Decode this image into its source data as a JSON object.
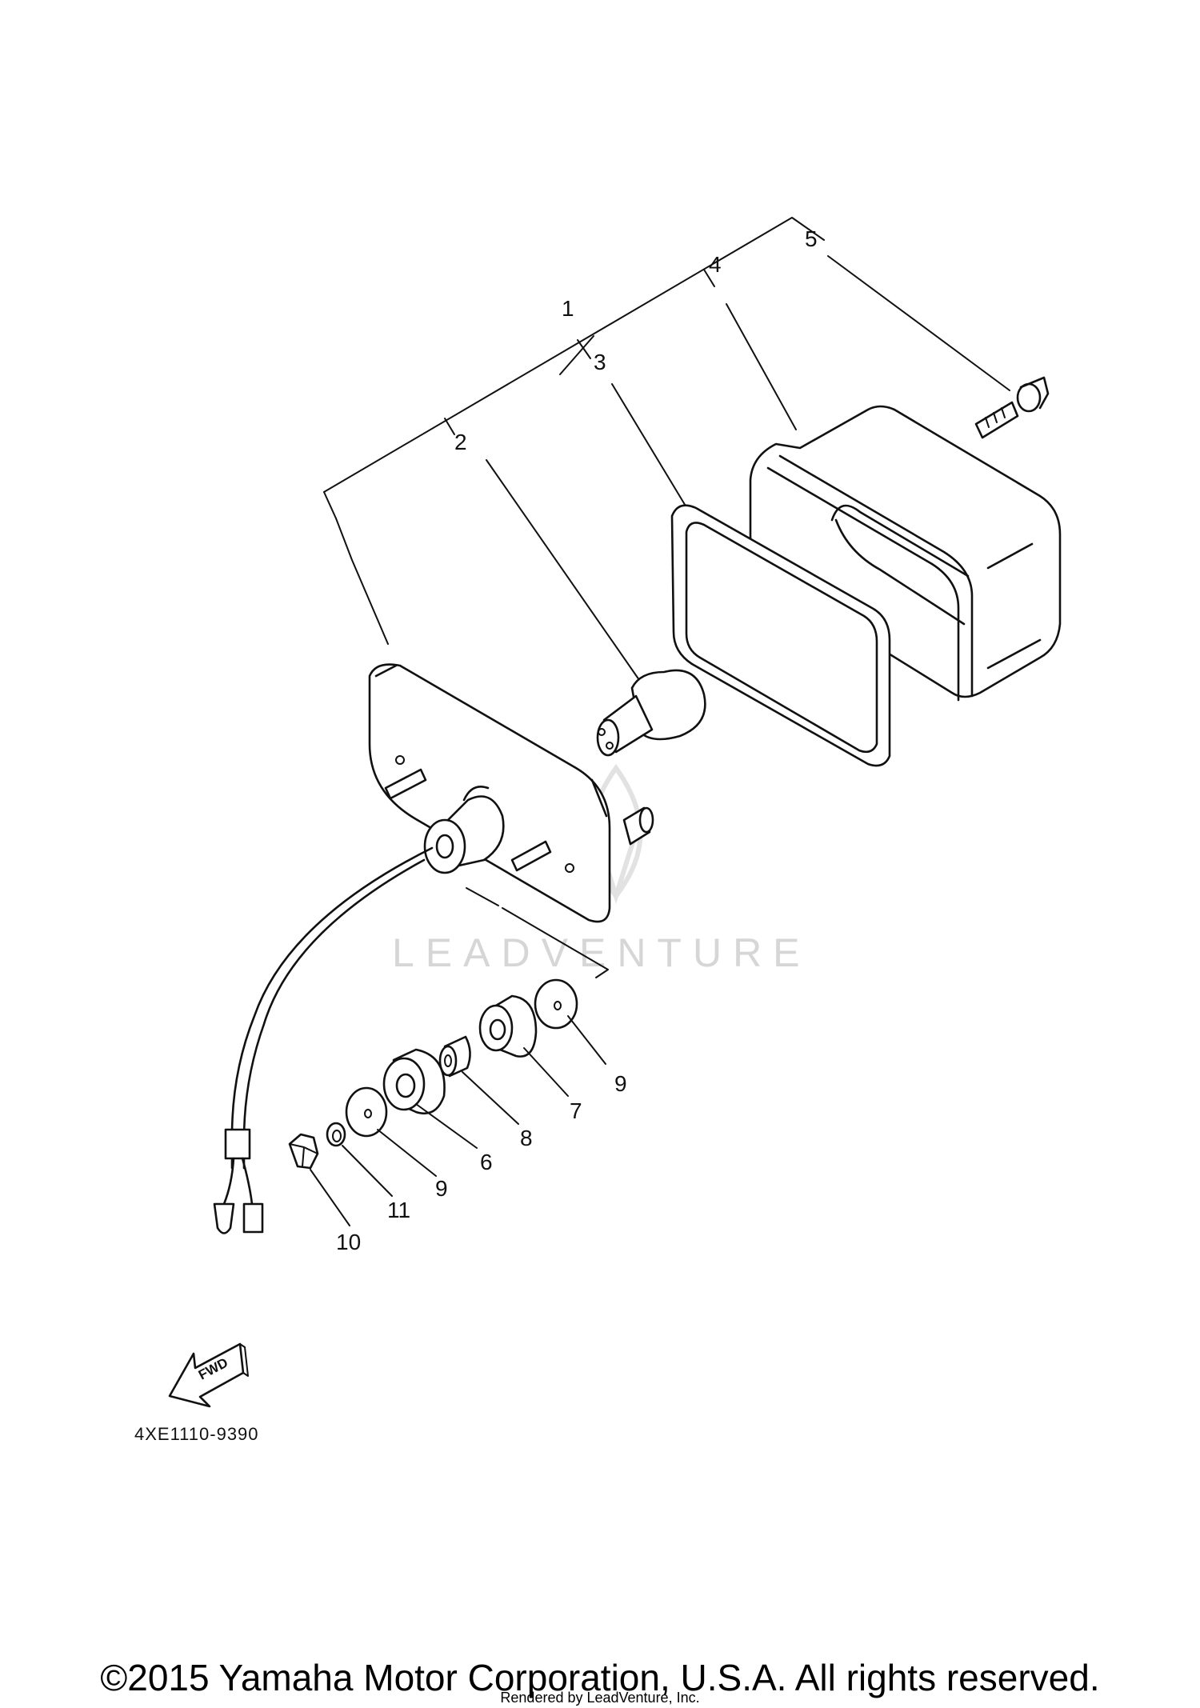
{
  "diagram": {
    "code": "4XE1110-9390",
    "watermark": "LEADVENTURE",
    "fwd_label": "FWD",
    "callouts": [
      {
        "id": "c1",
        "label": "1"
      },
      {
        "id": "c2",
        "label": "2"
      },
      {
        "id": "c3",
        "label": "3"
      },
      {
        "id": "c4",
        "label": "4"
      },
      {
        "id": "c5",
        "label": "5"
      },
      {
        "id": "c6",
        "label": "6"
      },
      {
        "id": "c7",
        "label": "7"
      },
      {
        "id": "c8",
        "label": "8"
      },
      {
        "id": "c9a",
        "label": "9"
      },
      {
        "id": "c9b",
        "label": "9"
      },
      {
        "id": "c10",
        "label": "10"
      },
      {
        "id": "c11",
        "label": "11"
      }
    ]
  },
  "footer": {
    "copyright": "©2015 Yamaha Motor Corporation, U.S.A. All rights reserved.",
    "rendered_by": "Rendered by LeadVenture, Inc."
  }
}
